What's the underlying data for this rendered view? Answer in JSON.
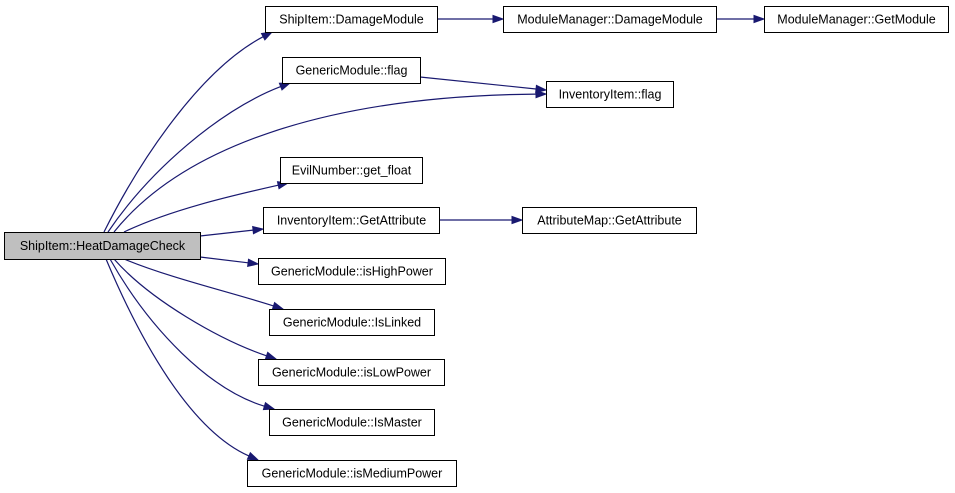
{
  "graph": {
    "root": "n0",
    "nodes": [
      {
        "id": "n0",
        "label": "ShipItem::HeatDamageCheck",
        "highlighted": true
      },
      {
        "id": "n1",
        "label": "ShipItem::DamageModule"
      },
      {
        "id": "n2",
        "label": "ModuleManager::DamageModule"
      },
      {
        "id": "n3",
        "label": "ModuleManager::GetModule"
      },
      {
        "id": "n4",
        "label": "GenericModule::flag"
      },
      {
        "id": "n5",
        "label": "InventoryItem::flag"
      },
      {
        "id": "n6",
        "label": "EvilNumber::get_float"
      },
      {
        "id": "n7",
        "label": "InventoryItem::GetAttribute"
      },
      {
        "id": "n8",
        "label": "AttributeMap::GetAttribute"
      },
      {
        "id": "n9",
        "label": "GenericModule::isHighPower"
      },
      {
        "id": "n10",
        "label": "GenericModule::IsLinked"
      },
      {
        "id": "n11",
        "label": "GenericModule::isLowPower"
      },
      {
        "id": "n12",
        "label": "GenericModule::IsMaster"
      },
      {
        "id": "n13",
        "label": "GenericModule::isMediumPower"
      }
    ],
    "edges": [
      {
        "from": "n0",
        "to": "n1"
      },
      {
        "from": "n0",
        "to": "n4"
      },
      {
        "from": "n0",
        "to": "n5"
      },
      {
        "from": "n0",
        "to": "n6"
      },
      {
        "from": "n0",
        "to": "n7"
      },
      {
        "from": "n0",
        "to": "n9"
      },
      {
        "from": "n0",
        "to": "n10"
      },
      {
        "from": "n0",
        "to": "n11"
      },
      {
        "from": "n0",
        "to": "n12"
      },
      {
        "from": "n0",
        "to": "n13"
      },
      {
        "from": "n1",
        "to": "n2"
      },
      {
        "from": "n2",
        "to": "n3"
      },
      {
        "from": "n4",
        "to": "n5"
      },
      {
        "from": "n7",
        "to": "n8"
      }
    ],
    "colors": {
      "edge": "#191970",
      "root_fill": "#bfbfbf",
      "node_fill": "#ffffff",
      "node_border": "#000000"
    }
  }
}
